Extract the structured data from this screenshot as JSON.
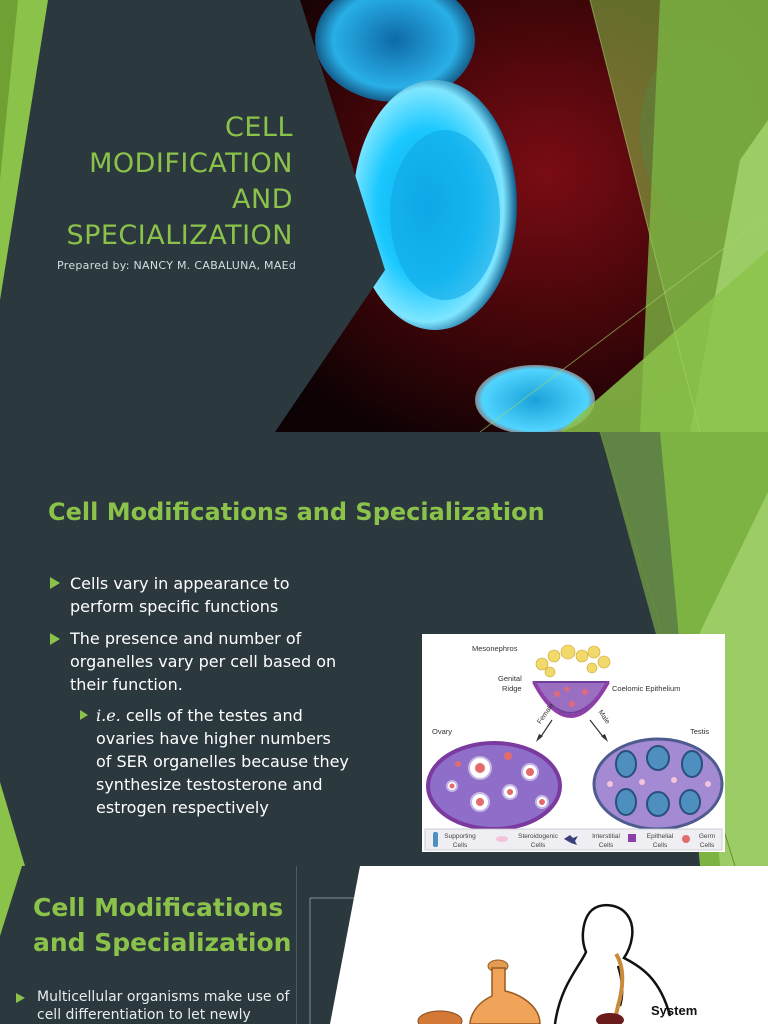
{
  "slide1": {
    "title_lines": [
      "CELL",
      "MODIFICATION",
      "AND",
      "SPECIALIZATION"
    ],
    "subtitle": "Prepared by: NANCY M. CABALUNA, MAEd"
  },
  "slide2": {
    "heading": "Cell Modifications and Specialization",
    "bullets": [
      {
        "lines": [
          "Cells vary in appearance to",
          "perform specific functions"
        ]
      },
      {
        "lines": [
          "The presence and number of",
          "organelles vary per cell based on",
          "their function."
        ]
      }
    ],
    "sub_bullet": {
      "italic": "i.e.",
      "lines": [
        " cells of the testes and",
        "ovaries have higher numbers",
        "of SER organelles because they",
        "synthesize testosterone and",
        "estrogen respectively"
      ]
    },
    "diagram": {
      "labels": {
        "mesonephros": "Mesonephros",
        "genital": "Genital",
        "ridge": "Ridge",
        "coelomic": "Coelomic Epithelium",
        "female": "Female",
        "male": "Male",
        "ovary": "Ovary",
        "testis": "Testis"
      },
      "legend": [
        {
          "line1": "Supporting",
          "line2": "Cells"
        },
        {
          "line1": "Steroidogenic",
          "line2": "Cells"
        },
        {
          "line1": "Interstitial",
          "line2": "Cells"
        },
        {
          "line1": "Epithelial",
          "line2": "Cells"
        },
        {
          "line1": "Germ",
          "line2": "Cells"
        }
      ]
    }
  },
  "slide3": {
    "heading_lines": [
      "Cell Modifications",
      "and Specialization"
    ],
    "bullet_first_letter": "M",
    "bullet_rest": "ulticellular organisms make use of",
    "bullet_line2": "cell differentiation to let newly",
    "system_label": "System"
  },
  "colors": {
    "accent_green": "#8bc34a",
    "dark_bg": "#2b383e",
    "text_white": "#ffffff"
  }
}
